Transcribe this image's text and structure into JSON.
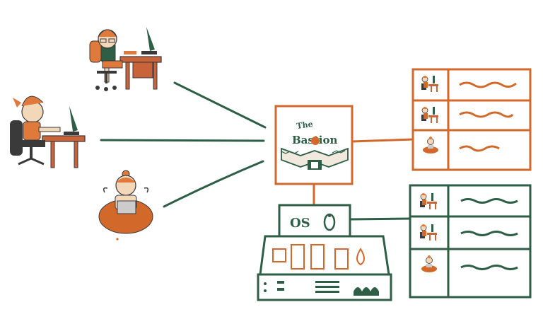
{
  "colors": {
    "green": "#2e5e45",
    "orange": "#d2692b",
    "skin": "#f3d7b9",
    "hair": "#e07a3c",
    "chair": "#3a3a3a",
    "desk": "#c9633a",
    "paper": "#ffffff"
  },
  "bastion": {
    "line1": "The",
    "line2": "Bastion"
  },
  "os_box": {
    "label": "OS"
  },
  "users": [
    {
      "name": "user-desk-top",
      "kind": "desk-worker"
    },
    {
      "name": "user-desk-left",
      "kind": "desk-worker"
    },
    {
      "name": "user-meditating",
      "kind": "meditating-laptop"
    }
  ],
  "orange_table": {
    "rows": [
      {
        "icon": "desk-worker-icon"
      },
      {
        "icon": "desk-worker-icon"
      },
      {
        "icon": "meditating-icon"
      }
    ]
  },
  "green_table": {
    "rows": [
      {
        "icon": "desk-worker-icon"
      },
      {
        "icon": "desk-worker-icon"
      },
      {
        "icon": "meditating-icon"
      }
    ]
  }
}
